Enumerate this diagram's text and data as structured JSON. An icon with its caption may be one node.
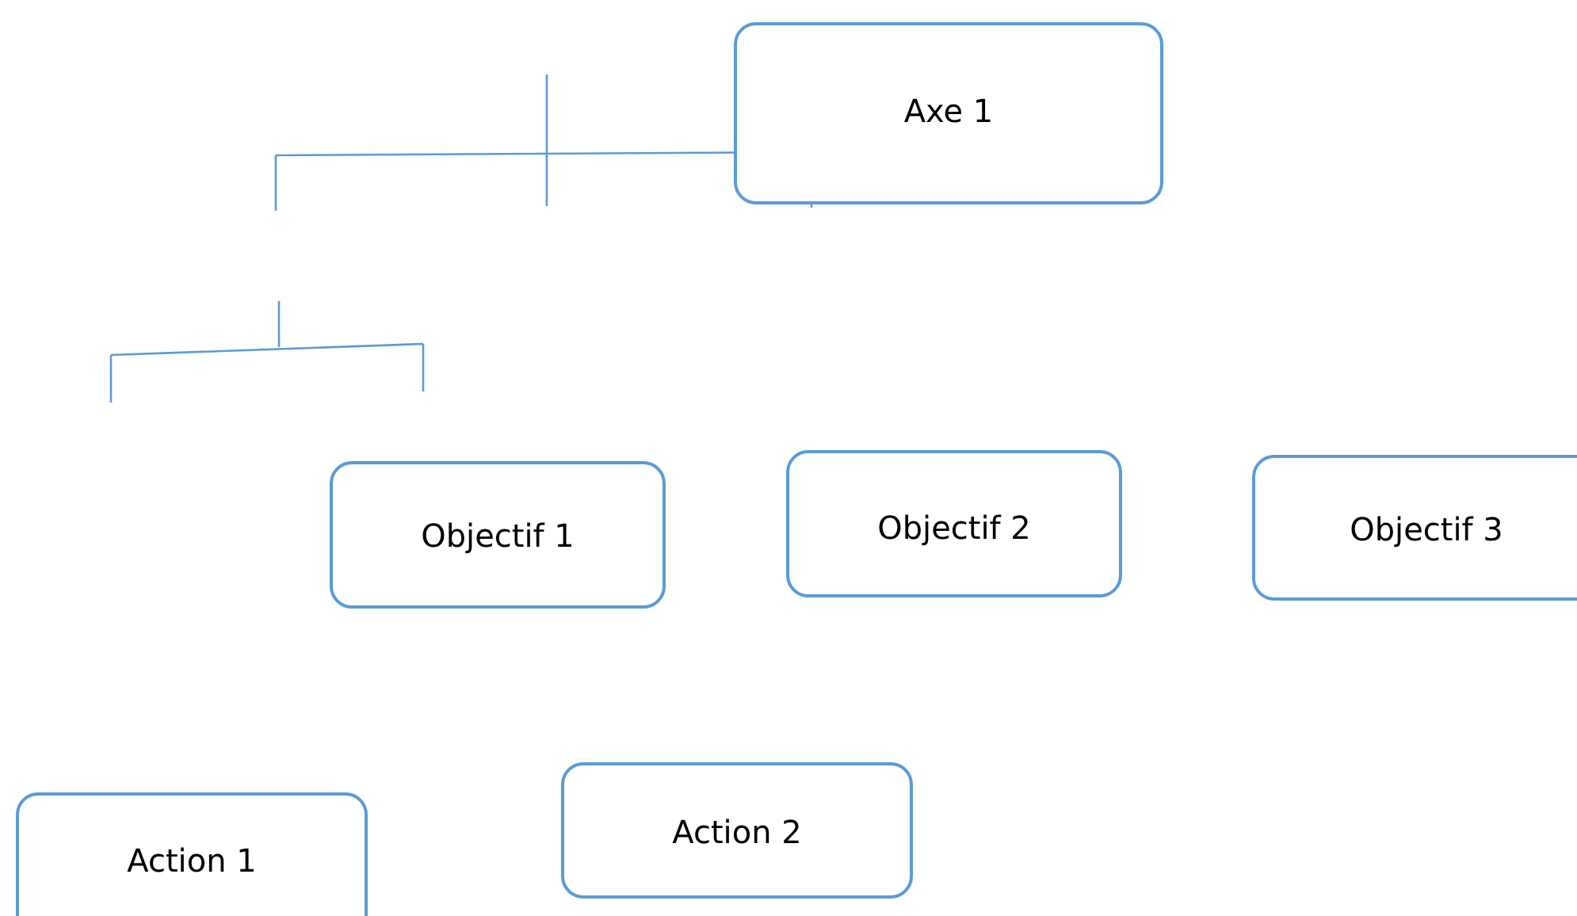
{
  "diagram": {
    "nodes": [
      {
        "text": [
          "Axe 1"
        ]
      },
      {
        "text": [
          "Objectif 1"
        ]
      },
      {
        "text": [
          "Objectif 2"
        ]
      },
      {
        "text": [
          "Objectif 3"
        ]
      },
      {
        "text": [
          "Action 1"
        ]
      },
      {
        "text": [
          "Action 2"
        ]
      }
    ]
  }
}
